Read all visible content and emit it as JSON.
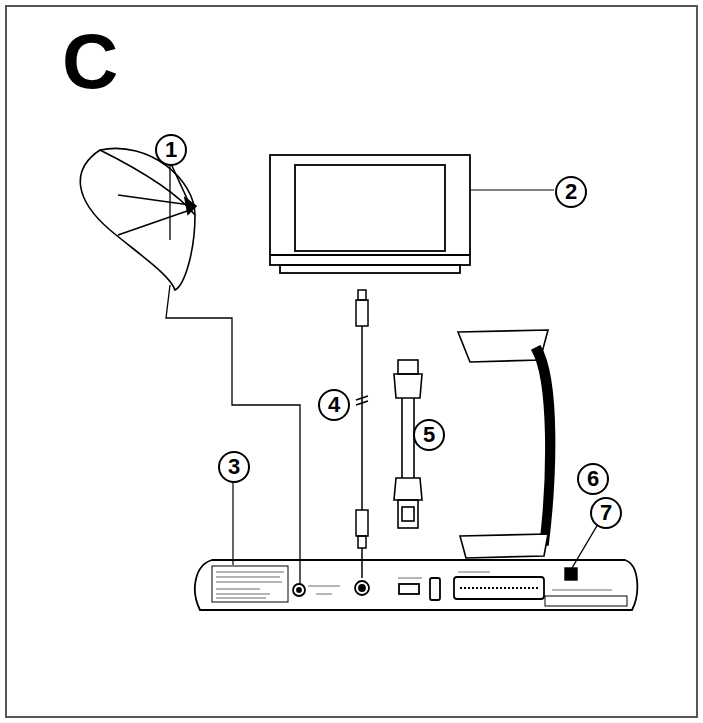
{
  "diagram": {
    "title": "C",
    "labels": [
      "1",
      "2",
      "3",
      "4",
      "5",
      "6",
      "7"
    ]
  }
}
